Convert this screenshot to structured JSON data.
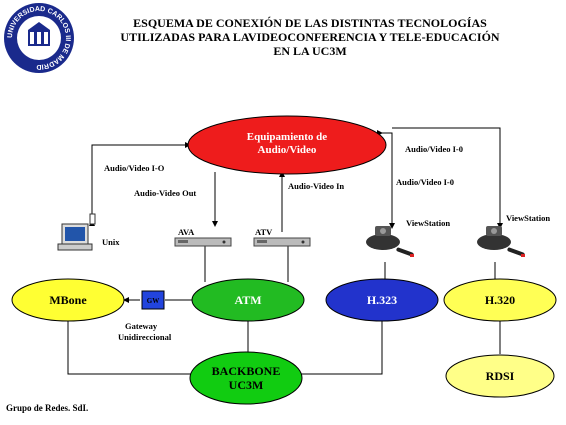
{
  "title": {
    "line1": "ESQUEMA DE CONEXIÓN DE LAS DISTINTAS TECNOLOGÍAS",
    "line2": "UTILIZADAS PARA LAVIDEOCONFERENCIA Y TELE-EDUCACIÓN",
    "line3": "EN LA UC3M"
  },
  "logo": {
    "ring_text": "UNIVERSIDAD CARLOS III DE MADRID"
  },
  "nodes": {
    "equipment_line1": "Equipamiento de",
    "equipment_line2": "Audio/Video",
    "mbone": "MBone",
    "atm": "ATM",
    "h323": "H.323",
    "h320": "H.320",
    "backbone_line1": "BACKBONE",
    "backbone_line2": "UC3M",
    "rdsi": "RDSI",
    "gateway_box": "GW"
  },
  "labels": {
    "audio_video_io_left": "Audio/Video I-O",
    "audio_video_out": "Audio-Video Out",
    "audio_video_in": "Audio-Video In",
    "audio_video_io_right": "Audio/Video I-0",
    "audio_video_io_mid": "Audio/Video I-0",
    "unix": "Unix",
    "ava": "AVA",
    "atv": "ATV",
    "viewstation_1": "ViewStation",
    "viewstation_2": "ViewStation",
    "gateway_line1": "Gateway",
    "gateway_line2": "Unidireccional"
  },
  "footer": "Grupo de Redes. SdI.",
  "colors": {
    "equipment": "#ee1c1c",
    "mbone": "#ffff33",
    "atm": "#22bb22",
    "h323": "#2233cc",
    "h320": "#ffff55",
    "backbone": "#11cc11",
    "rdsi": "#ffff88",
    "gateway": "#2244dd",
    "logo": "#1a2a8c"
  }
}
